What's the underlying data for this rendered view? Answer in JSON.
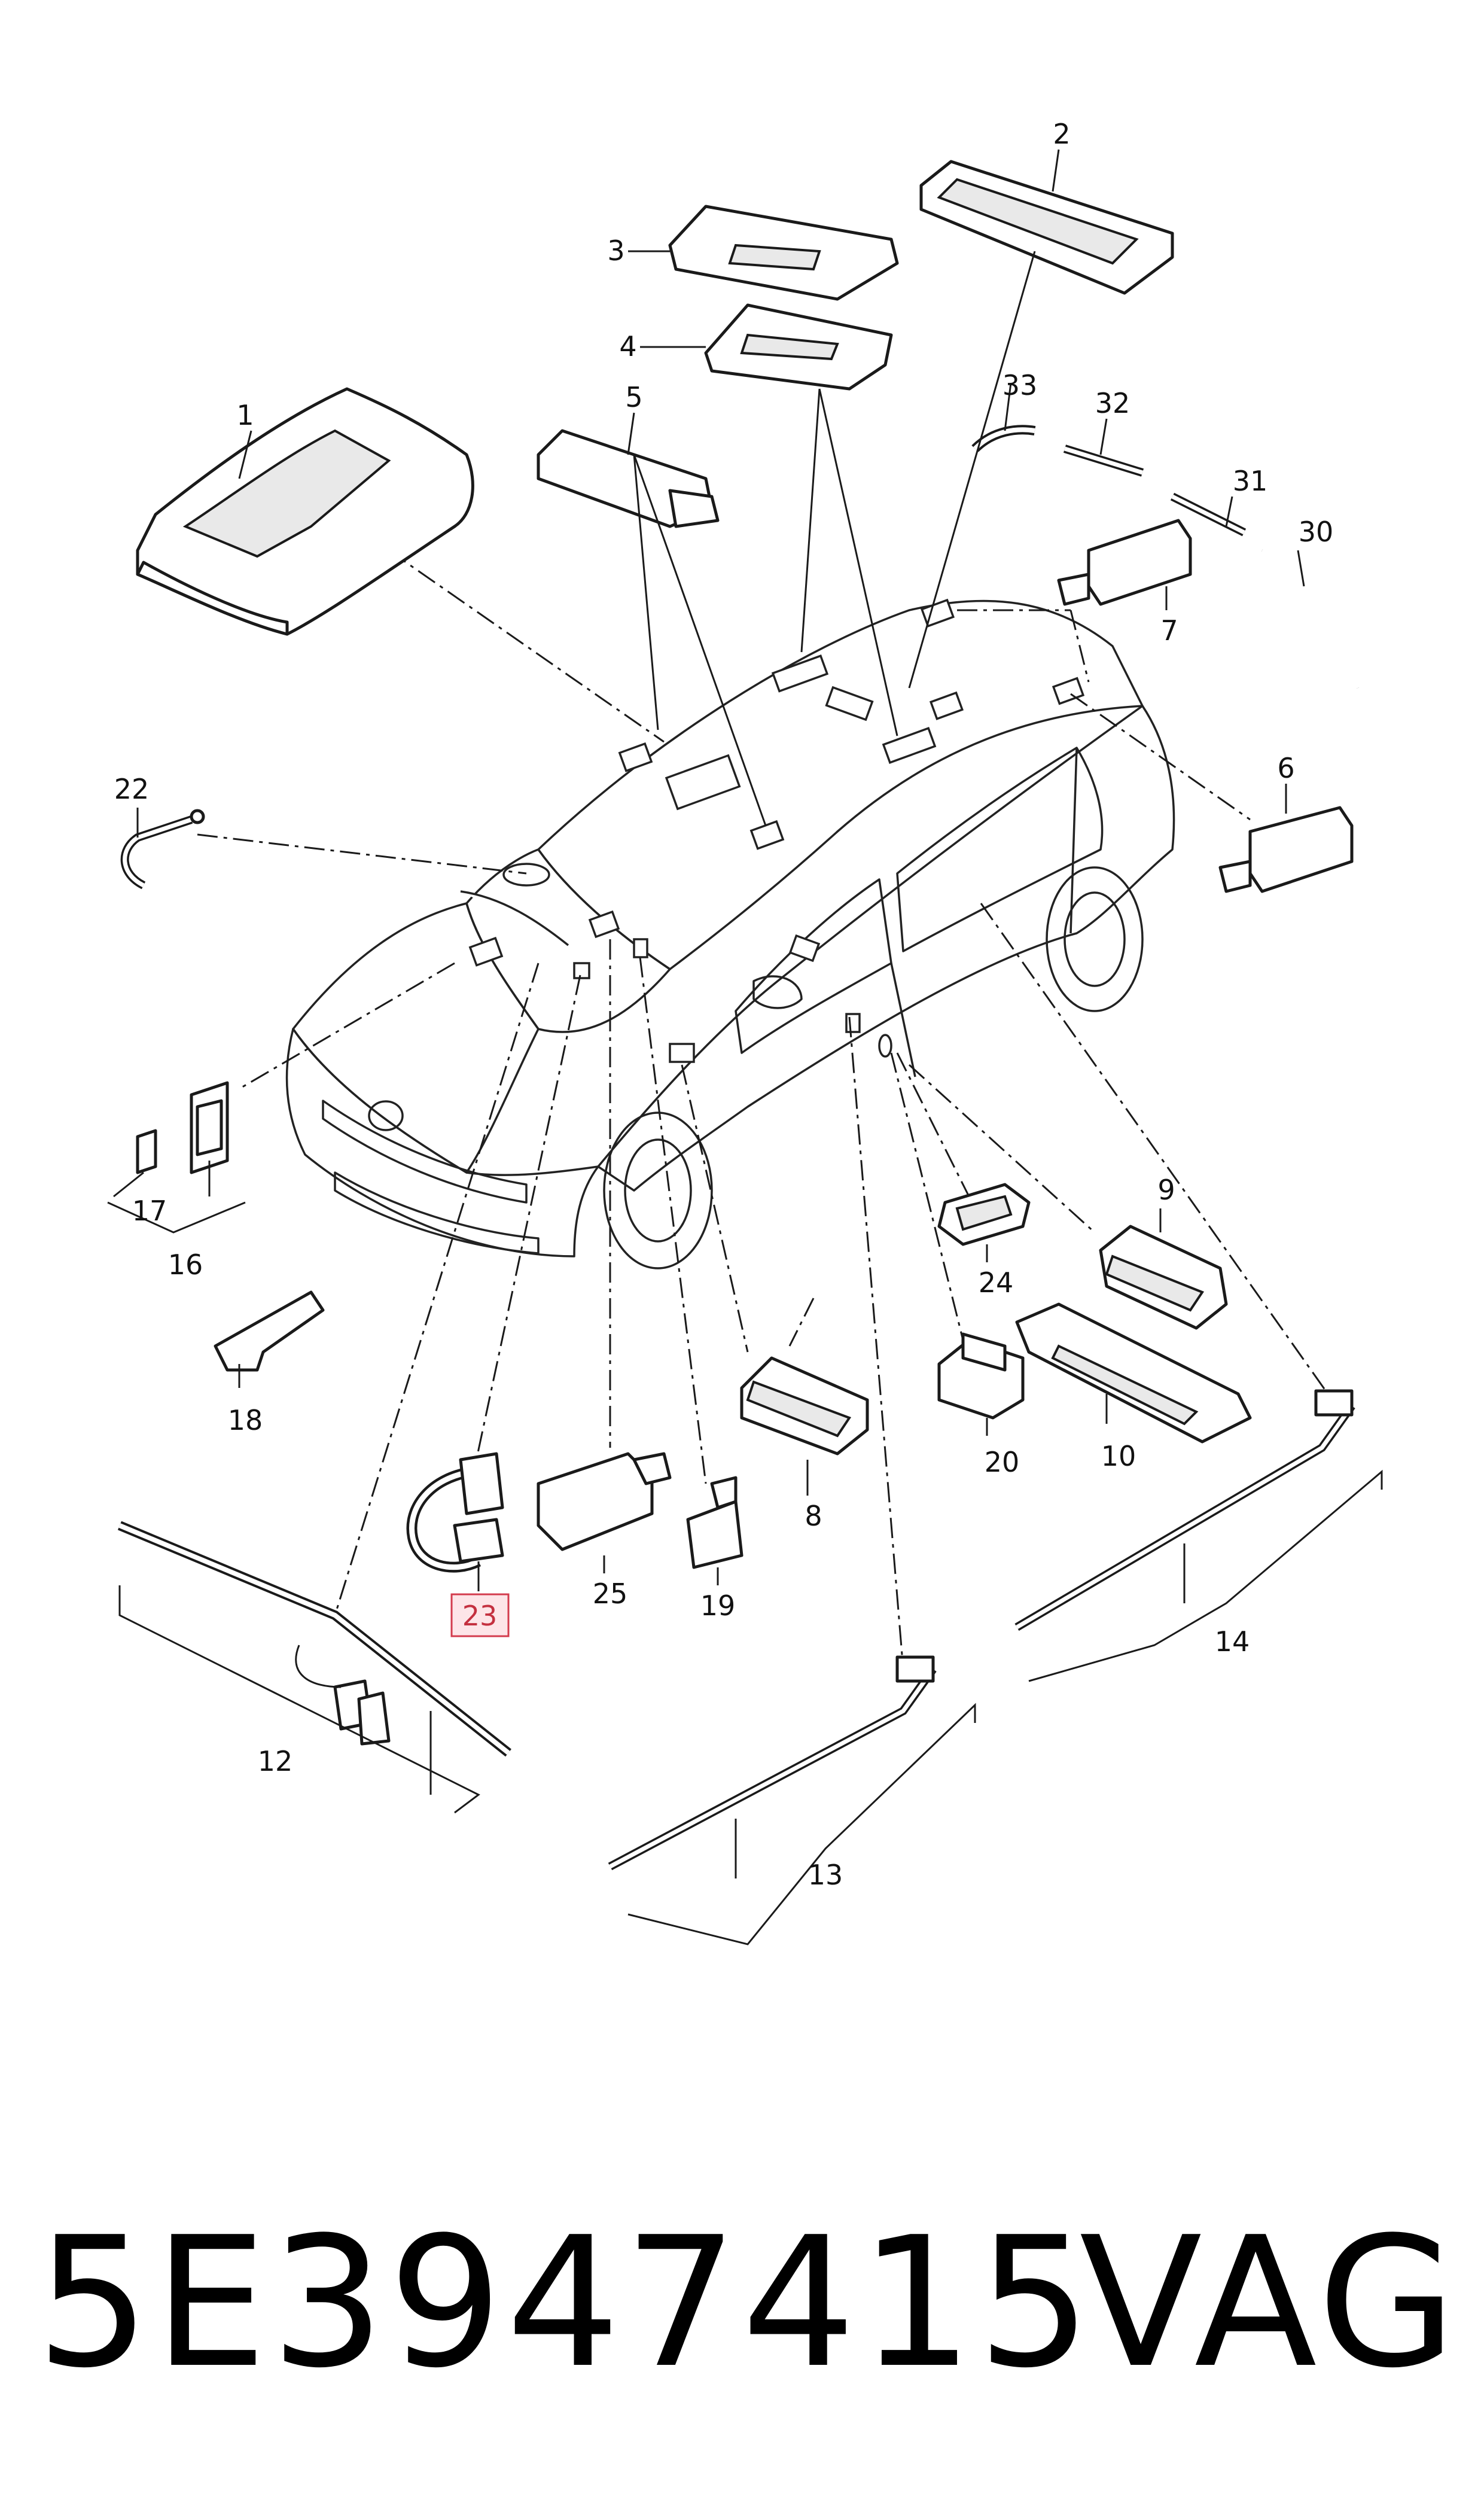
{
  "callouts": {
    "c1": "1",
    "c2": "2",
    "c3": "3",
    "c4": "4",
    "c5": "5",
    "c6": "6",
    "c7": "7",
    "c8": "8",
    "c9": "9",
    "c10": "10",
    "c12": "12",
    "c13": "13",
    "c14": "14",
    "c16": "16",
    "c17": "17",
    "c18": "18",
    "c19": "19",
    "c20": "20",
    "c22": "22",
    "c23": "23",
    "c24": "24",
    "c25": "25",
    "c30": "30",
    "c31": "31",
    "c32": "32",
    "c33": "33"
  },
  "highlighted_callout": "23",
  "highlight_color": "#d33b4d",
  "footer": {
    "part_number": "5E3947415",
    "brand": "VAG"
  }
}
